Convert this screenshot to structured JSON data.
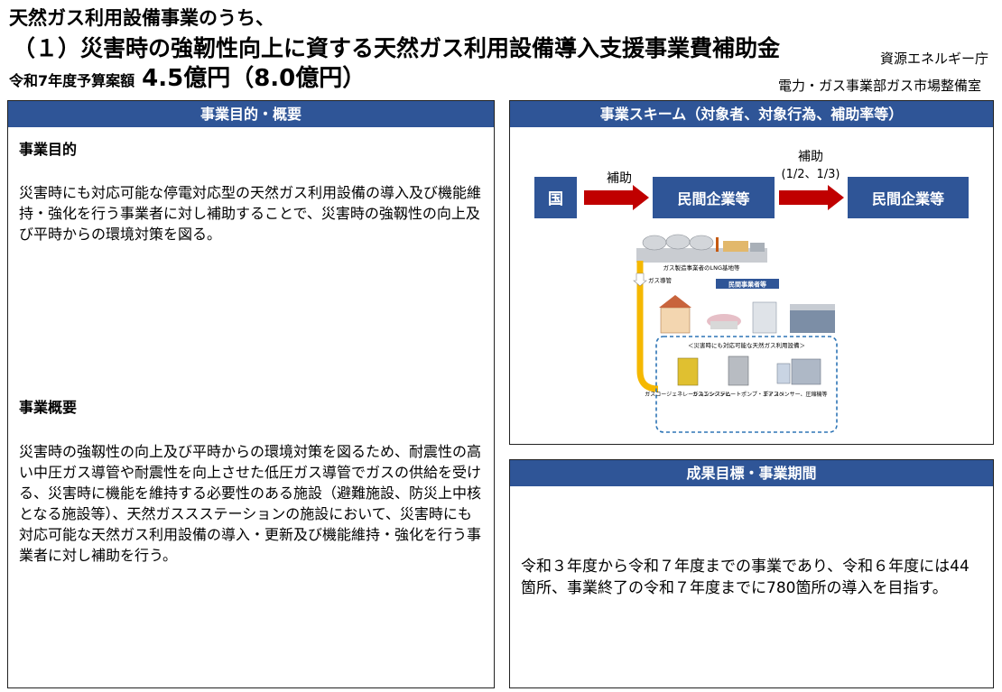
{
  "header": {
    "title_line1": "天然ガス利用設備事業のうち、",
    "title_line2": "（１）災害時の強靭性向上に資する天然ガス利用設備導入支援事業費補助金",
    "budget_label": "令和7年度予算案額",
    "budget_amount": "4.5億円（8.0億円）",
    "agency": "資源エネルギー庁",
    "department": "電力・ガス事業部ガス市場整備室"
  },
  "left_panel": {
    "heading": "事業目的・概要",
    "purpose_title": "事業目的",
    "purpose_text": "災害時にも対応可能な停電対応型の天然ガス利用設備の導入及び機能維持・強化を行う事業者に対し補助することで、災害時の強靱性の向上及び平時からの環境対策を図る。",
    "overview_title": "事業概要",
    "overview_text": "災害時の強靱性の向上及び平時からの環境対策を図るため、耐震性の高い中圧ガス導管や耐震性を向上させた低圧ガス導管でガスの供給を受ける、災害時に機能を維持する必要性のある施設（避難施設、防災上中核となる施設等）、天然ガススステーションの施設において、災害時にも対応可能な天然ガス利用設備の導入・更新及び機能維持・強化を行う事業者に対し補助を行う。"
  },
  "scheme_panel": {
    "heading": "事業スキーム（対象者、対象行為、補助率等）",
    "box_country": "国",
    "arrow1_label": "補助",
    "box_private1": "民間企業等",
    "arrow2_label": "補助",
    "arrow2_rate": "(1/2、1/3)",
    "box_private2": "民間企業等",
    "diagram": {
      "lng_label": "ガス製造事業者のLNG基地等",
      "pipe_label": "ガス導管",
      "private_label": "民間事業者等",
      "equipment_title": "＜災害時にも対応可能な天然ガス利用設備＞",
      "equip1": "ガスコージェネレーションシステム",
      "equip2": "ガスエンジンヒートポンプ・エアコン",
      "equip3": "ディスペンサー、圧縮機等"
    }
  },
  "results_panel": {
    "heading": "成果目標・事業期間",
    "text": "令和３年度から令和７年度までの事業であり、令和６年度には44箇所、事業終了の令和７年度までに780箇所の導入を目指す。"
  },
  "colors": {
    "header_blue": "#2f5597",
    "box_blue": "#2f5597",
    "arrow_red": "#c00000",
    "pipe_yellow": "#f5b800",
    "dashed_blue": "#2e75b6"
  }
}
